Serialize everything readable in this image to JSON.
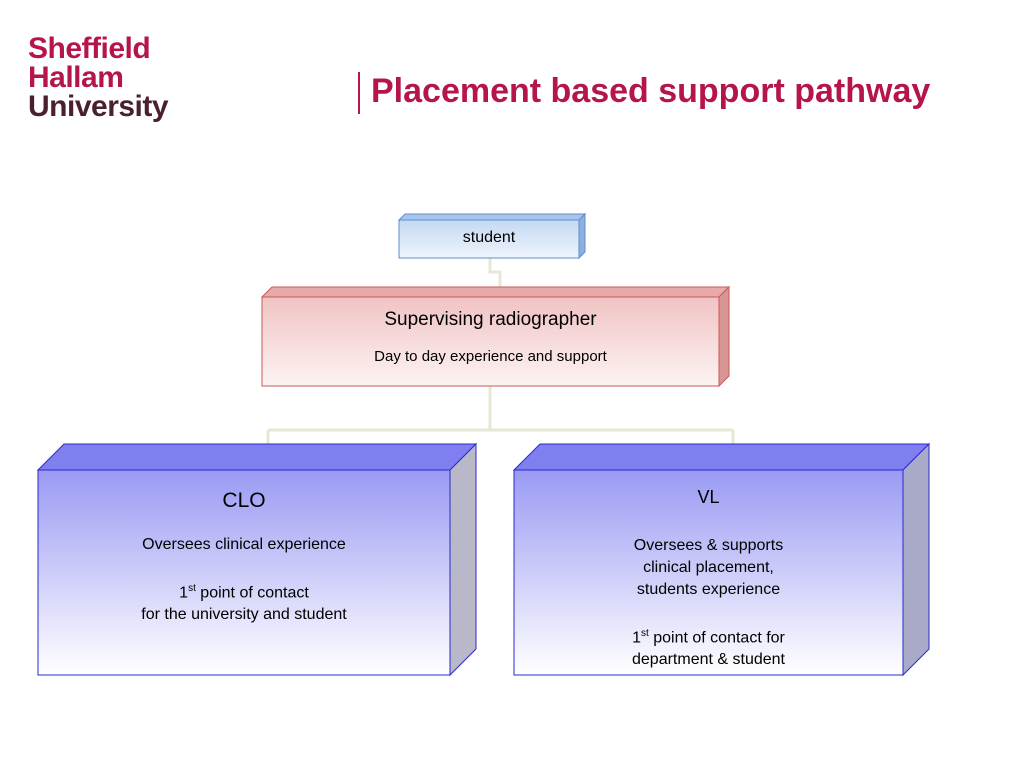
{
  "logo": {
    "line1": "Sheffield",
    "line2": "Hallam",
    "line3": "University"
  },
  "title": "Placement based support pathway",
  "nodes": {
    "student": {
      "label": "student"
    },
    "supervisor": {
      "title": "Supervising radiographer",
      "description": "Day to day experience and support"
    },
    "clo": {
      "title": "CLO",
      "description": "Oversees clinical experience",
      "contact_num": "1",
      "contact_sup": "st",
      "contact_rest": " point of contact",
      "contact_line2": "for the university and student"
    },
    "vl": {
      "title": "VL",
      "desc_line1": "Oversees & supports",
      "desc_line2": "clinical placement,",
      "desc_line3": "students experience",
      "contact_num": "1",
      "contact_sup": "st",
      "contact_rest": " point of contact for",
      "contact_line2": "department & student"
    }
  },
  "colors": {
    "brand": "#b5154b",
    "student_fill": "#cfe0f4",
    "student_border": "#5b8fd0",
    "supervisor_fill": "#f3c6c6",
    "supervisor_border": "#c85a5a",
    "role_fill": "#9f9ff5",
    "role_border": "#2a2ad0"
  }
}
